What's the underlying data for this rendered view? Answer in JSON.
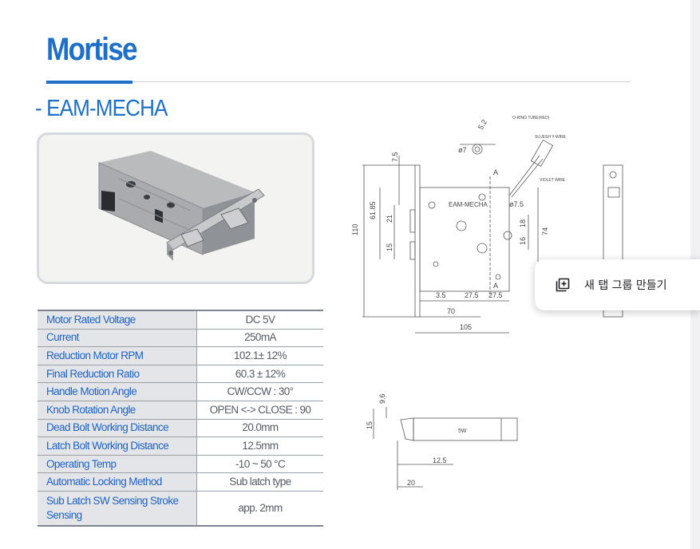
{
  "page": {
    "title": "Mortise",
    "subtitle": "- EAM-MECHA"
  },
  "specs": [
    {
      "label": "Motor Rated Voltage",
      "value": "DC 5V"
    },
    {
      "label": "Current",
      "value": "250mA"
    },
    {
      "label": "Reduction Motor RPM",
      "value": "102.1± 12%"
    },
    {
      "label": "Final Reduction Ratio",
      "value": "60.3 ± 12%"
    },
    {
      "label": "Handle Motion Angle",
      "value": "CW/CCW : 30°"
    },
    {
      "label": "Knob Rotation  Angle",
      "value": "OPEN <-> CLOSE : 90"
    },
    {
      "label": "Dead Bolt Working Distance",
      "value": "20.0mm"
    },
    {
      "label": "Latch Bolt Working Distance",
      "value": "12.5mm"
    },
    {
      "label": "Operating Temp",
      "value": "-10 ~ 50 °C"
    },
    {
      "label": "Automatic Locking Method",
      "value": "Sub latch type"
    },
    {
      "label": "Sub Latch SW Sensing Stroke Sensing",
      "value": "app. 2mm"
    }
  ],
  "drawing": {
    "part_name": "EAM-MECHA",
    "dims": {
      "d1": "7.5",
      "d2": "110",
      "d3": "61.85",
      "d4": "21",
      "d5": "15",
      "d6": "3.5",
      "d7": "27.5",
      "d8": "27.5",
      "d9": "70",
      "d10": "105",
      "d11": "18",
      "d12": "16",
      "d13": "74",
      "d14": "ø7",
      "d15": "ø7.5",
      "d16": "5.2",
      "sec_a": "A"
    },
    "notes": {
      "n1": "O-RING TUBE(RED)",
      "n2": "SLUESH Y-WIRE",
      "n3": "VIOLET WIRE"
    },
    "side_dims": {
      "s1": "9.6",
      "s2": "15",
      "s3": "12.5",
      "s4": "20",
      "s5": "5W"
    }
  },
  "context_menu": {
    "item_label": "새 탭 그룹 만들기",
    "icon": "add-to-group-icon"
  }
}
